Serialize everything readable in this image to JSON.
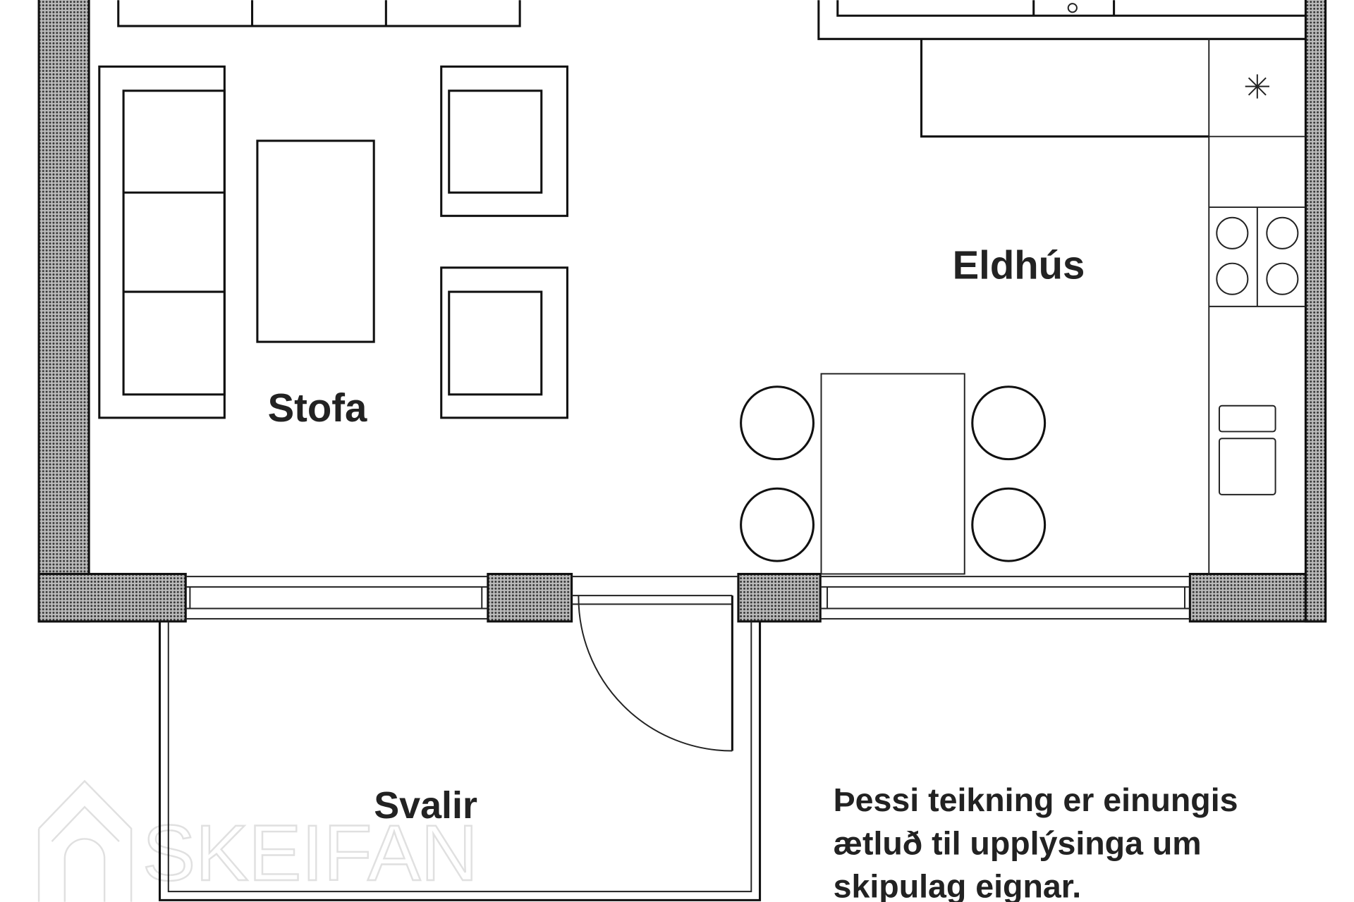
{
  "rooms": {
    "living": "Stofa",
    "kitchen": "Eldhús",
    "balcony": "Svalir"
  },
  "disclaimer": {
    "line1": "Þessi teikning er einungis",
    "line2": "ætluð til upplýsinga um",
    "line3": "skipulag eignar."
  },
  "watermark": "SKEIFAN"
}
